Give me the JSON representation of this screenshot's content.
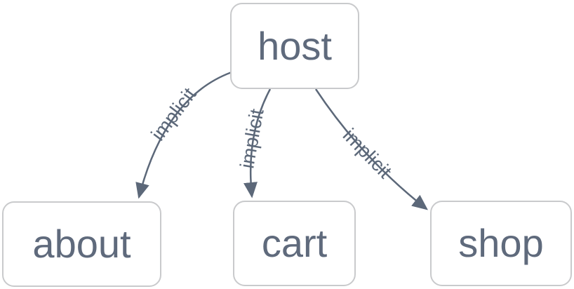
{
  "diagram": {
    "type": "dependency-graph",
    "nodes": [
      {
        "id": "host",
        "label": "host"
      },
      {
        "id": "about",
        "label": "about"
      },
      {
        "id": "cart",
        "label": "cart"
      },
      {
        "id": "shop",
        "label": "shop"
      }
    ],
    "edges": [
      {
        "from": "host",
        "to": "about",
        "label": "implicit"
      },
      {
        "from": "host",
        "to": "cart",
        "label": "implicit"
      },
      {
        "from": "host",
        "to": "shop",
        "label": "implicit"
      }
    ],
    "colors": {
      "node_background": "#ffffff",
      "node_border": "#c9cacc",
      "node_text": "#5f6a7c",
      "edge_stroke": "#5c6879",
      "edge_label_text": "#5c6879",
      "canvas_background": "#ffffff"
    }
  }
}
